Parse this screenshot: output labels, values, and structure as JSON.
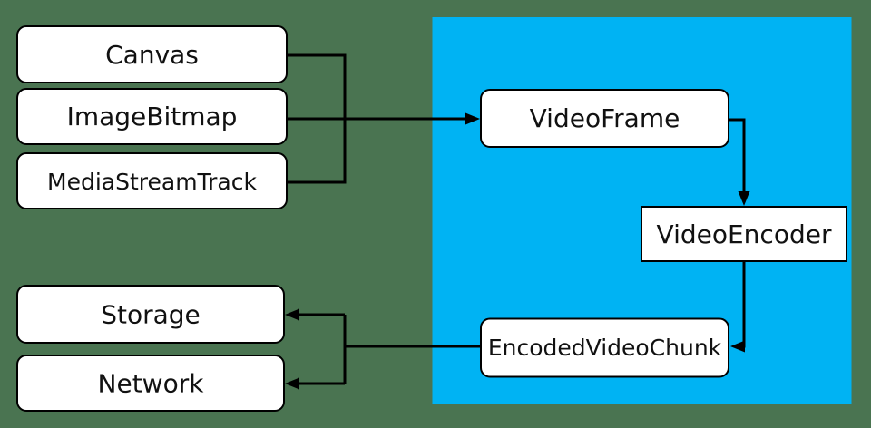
{
  "title": "WebCodecs video encoding pipeline diagram",
  "colors": {
    "background": "#4a7451",
    "region_fill": "#00b3f3",
    "node_fill": "#ffffff",
    "encoder_fill": "#d4e1f3",
    "line": "#000000",
    "text": "#111111"
  },
  "nodes": {
    "canvas": {
      "label": "Canvas"
    },
    "image_bitmap": {
      "label": "ImageBitmap"
    },
    "media_stream_track": {
      "label": "MediaStreamTrack"
    },
    "video_frame": {
      "label": "VideoFrame"
    },
    "video_encoder": {
      "label": "VideoEncoder"
    },
    "encoded_video_chunk": {
      "label": "EncodedVideoChunk"
    },
    "storage": {
      "label": "Storage"
    },
    "network": {
      "label": "Network"
    }
  }
}
